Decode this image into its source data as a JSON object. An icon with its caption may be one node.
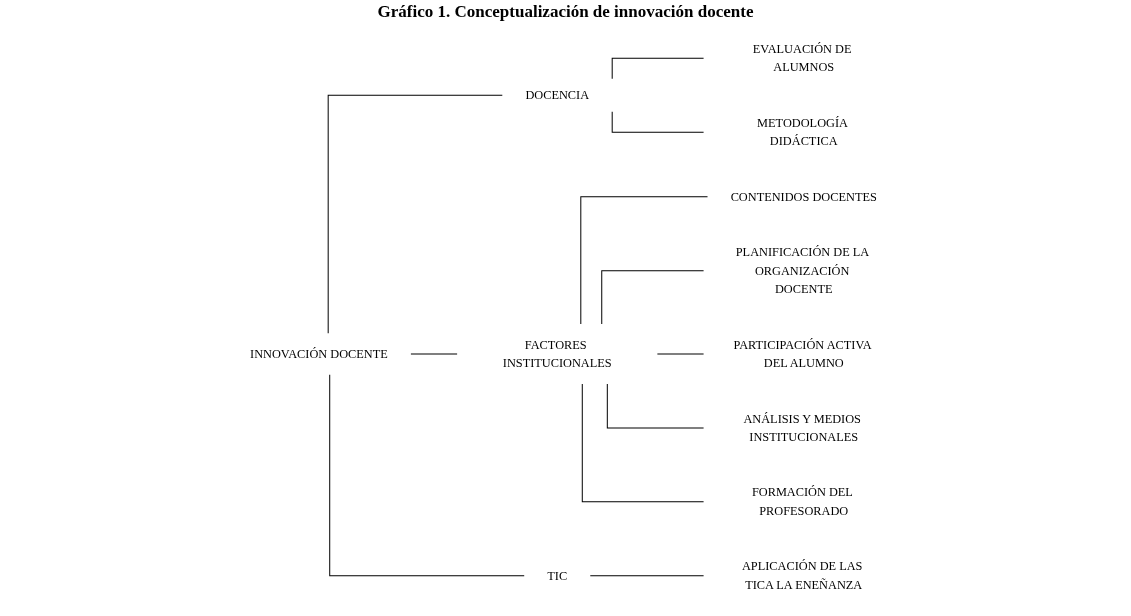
{
  "diagram": {
    "title": "Gráfico 1. Conceptualización de innovación docente",
    "nodes": [
      {
        "text": [
          "INNOVACIÓN DOCENTE"
        ]
      },
      {
        "text": [
          "DOCENCIA"
        ]
      },
      {
        "text": [
          "EVALUACIÓN DE ALUMNOS"
        ]
      },
      {
        "text": [
          "METODOLOGÍA DIDÁCTICA"
        ]
      },
      {
        "text": [
          "FACTORES INSTITUCIONALES"
        ]
      },
      {
        "text": [
          "CONTENIDOS DOCENTES"
        ]
      },
      {
        "text": [
          "PLANIFICACIÓN DE LA ORGANIZACIÓN DOCENTE"
        ]
      },
      {
        "text": [
          "PARTICIPACIÓN ACTIVA DEL ALUMNO"
        ]
      },
      {
        "text": [
          "ANÁLISIS Y MEDIOS INSTITUCIONALES"
        ]
      },
      {
        "text": [
          "FORMACIÓN DEL PROFESORADO"
        ]
      },
      {
        "text": [
          "TIC"
        ]
      },
      {
        "text": [
          "APLICACIÓN DE LAS TICA LA ENEÑANZA"
        ]
      }
    ],
    "edges": [
      {
        "from": 0,
        "to": 1,
        "arrow": "none"
      },
      {
        "from": 0,
        "to": 4,
        "arrow": "none"
      },
      {
        "from": 0,
        "to": 10,
        "arrow": "none"
      },
      {
        "from": 1,
        "to": 2,
        "arrow": "none"
      },
      {
        "from": 1,
        "to": 3,
        "arrow": "none"
      },
      {
        "from": 4,
        "to": 5,
        "arrow": "none"
      },
      {
        "from": 4,
        "to": 6,
        "arrow": "none"
      },
      {
        "from": 4,
        "to": 7,
        "arrow": "none"
      },
      {
        "from": 4,
        "to": 8,
        "arrow": "none"
      },
      {
        "from": 4,
        "to": 9,
        "arrow": "none"
      },
      {
        "from": 10,
        "to": 11,
        "arrow": "none"
      }
    ]
  }
}
